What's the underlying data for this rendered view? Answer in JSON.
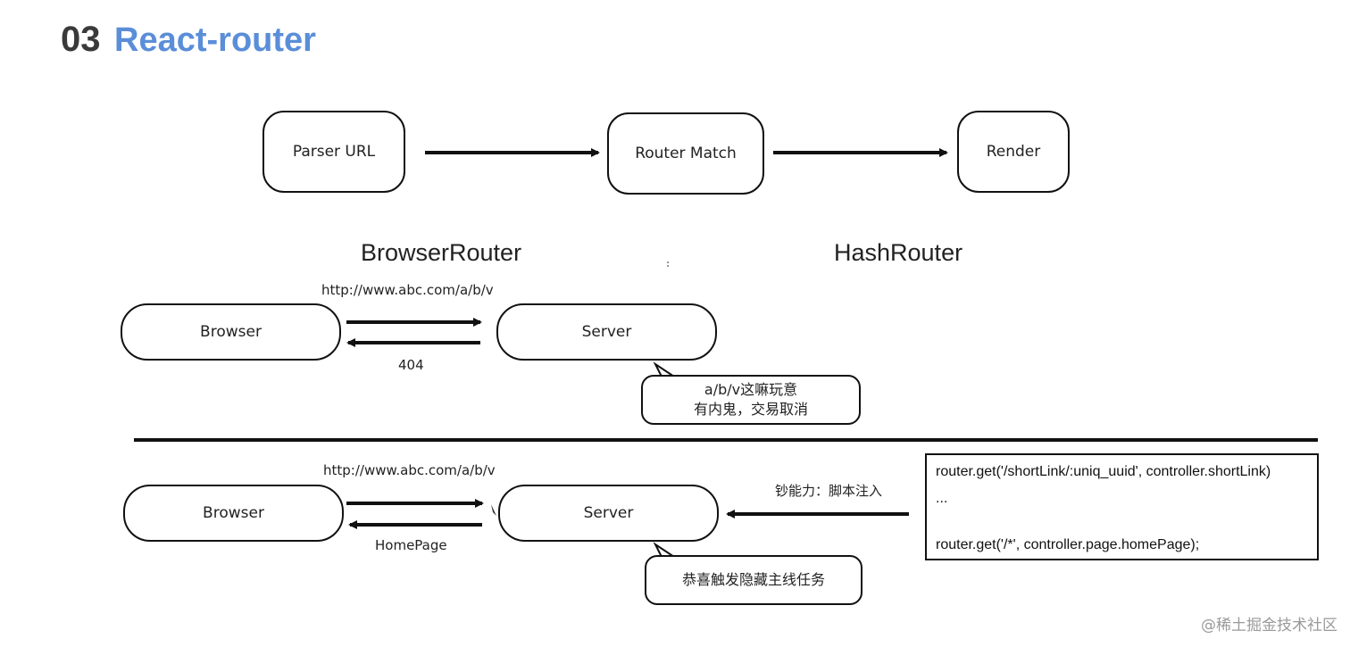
{
  "title": {
    "number": "03",
    "text": "React-router"
  },
  "flow": {
    "step1": "Parser URL",
    "step2": "Router Match",
    "step3": "Render"
  },
  "headings": {
    "left": "BrowserRouter",
    "right": "HashRouter"
  },
  "top_section": {
    "url": "http://www.abc.com/a/b/v",
    "browser": "Browser",
    "server": "Server",
    "response": "404",
    "bubble_line1": "a/b/v这嘛玩意",
    "bubble_line2": "有内鬼，交易取消"
  },
  "bottom_section": {
    "url": "http://www.abc.com/a/b/v",
    "browser": "Browser",
    "server": "Server",
    "response": "HomePage",
    "ability_label": "钞能力：脚本注入",
    "bubble": "恭喜触发隐藏主线任务",
    "code_line1": "router.get('/shortLink/:uniq_uuid', controller.shortLink)",
    "code_line2": "...",
    "code_line3": "router.get('/*', controller.page.homePage);"
  },
  "watermark": "@稀土掘金技术社区"
}
